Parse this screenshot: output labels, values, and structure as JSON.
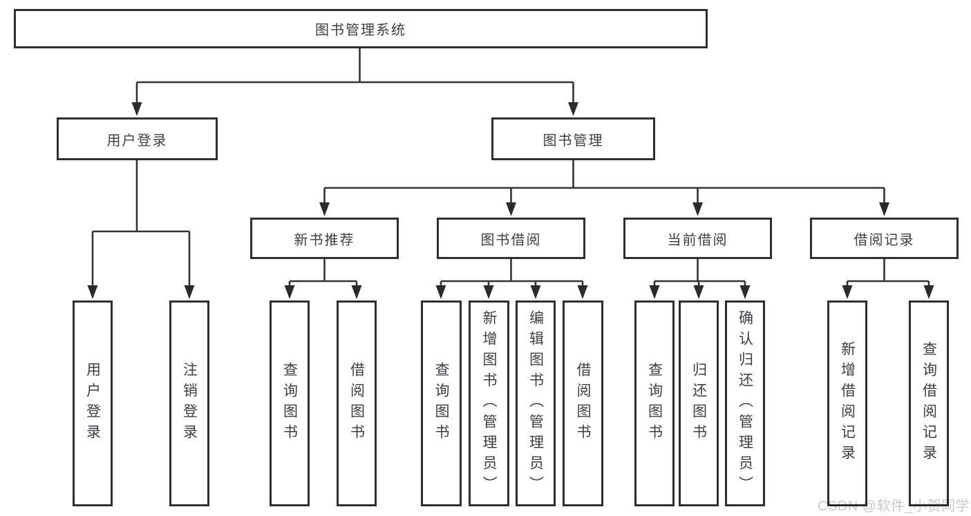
{
  "tree": {
    "root": {
      "label": "图书管理系统"
    },
    "level2": [
      {
        "label": "用户登录",
        "leaves": [
          {
            "label": "用户登录"
          },
          {
            "label": "注销登录"
          }
        ]
      },
      {
        "label": "图书管理",
        "groups": [
          {
            "label": "新书推荐",
            "leaves": [
              {
                "label": "查询图书"
              },
              {
                "label": "借阅图书"
              }
            ]
          },
          {
            "label": "图书借阅",
            "leaves": [
              {
                "label": "查询图书"
              },
              {
                "label": "新增图书（管理员）"
              },
              {
                "label": "编辑图书（管理员）"
              },
              {
                "label": "借阅图书"
              }
            ]
          },
          {
            "label": "当前借阅",
            "leaves": [
              {
                "label": "查询图书"
              },
              {
                "label": "归还图书"
              },
              {
                "label": "确认归还（管理员）"
              }
            ]
          },
          {
            "label": "借阅记录",
            "leaves": [
              {
                "label": "新增借阅记录"
              },
              {
                "label": "查询借阅记录"
              }
            ]
          }
        ]
      }
    ]
  },
  "watermark": {
    "text": "CSDN @软件_小贺同学"
  },
  "colors": {
    "line": "#333333",
    "box_border": "#2e2e2e",
    "text": "#3d3d44",
    "background": "#ffffff",
    "watermark": "#c6c9ce"
  }
}
